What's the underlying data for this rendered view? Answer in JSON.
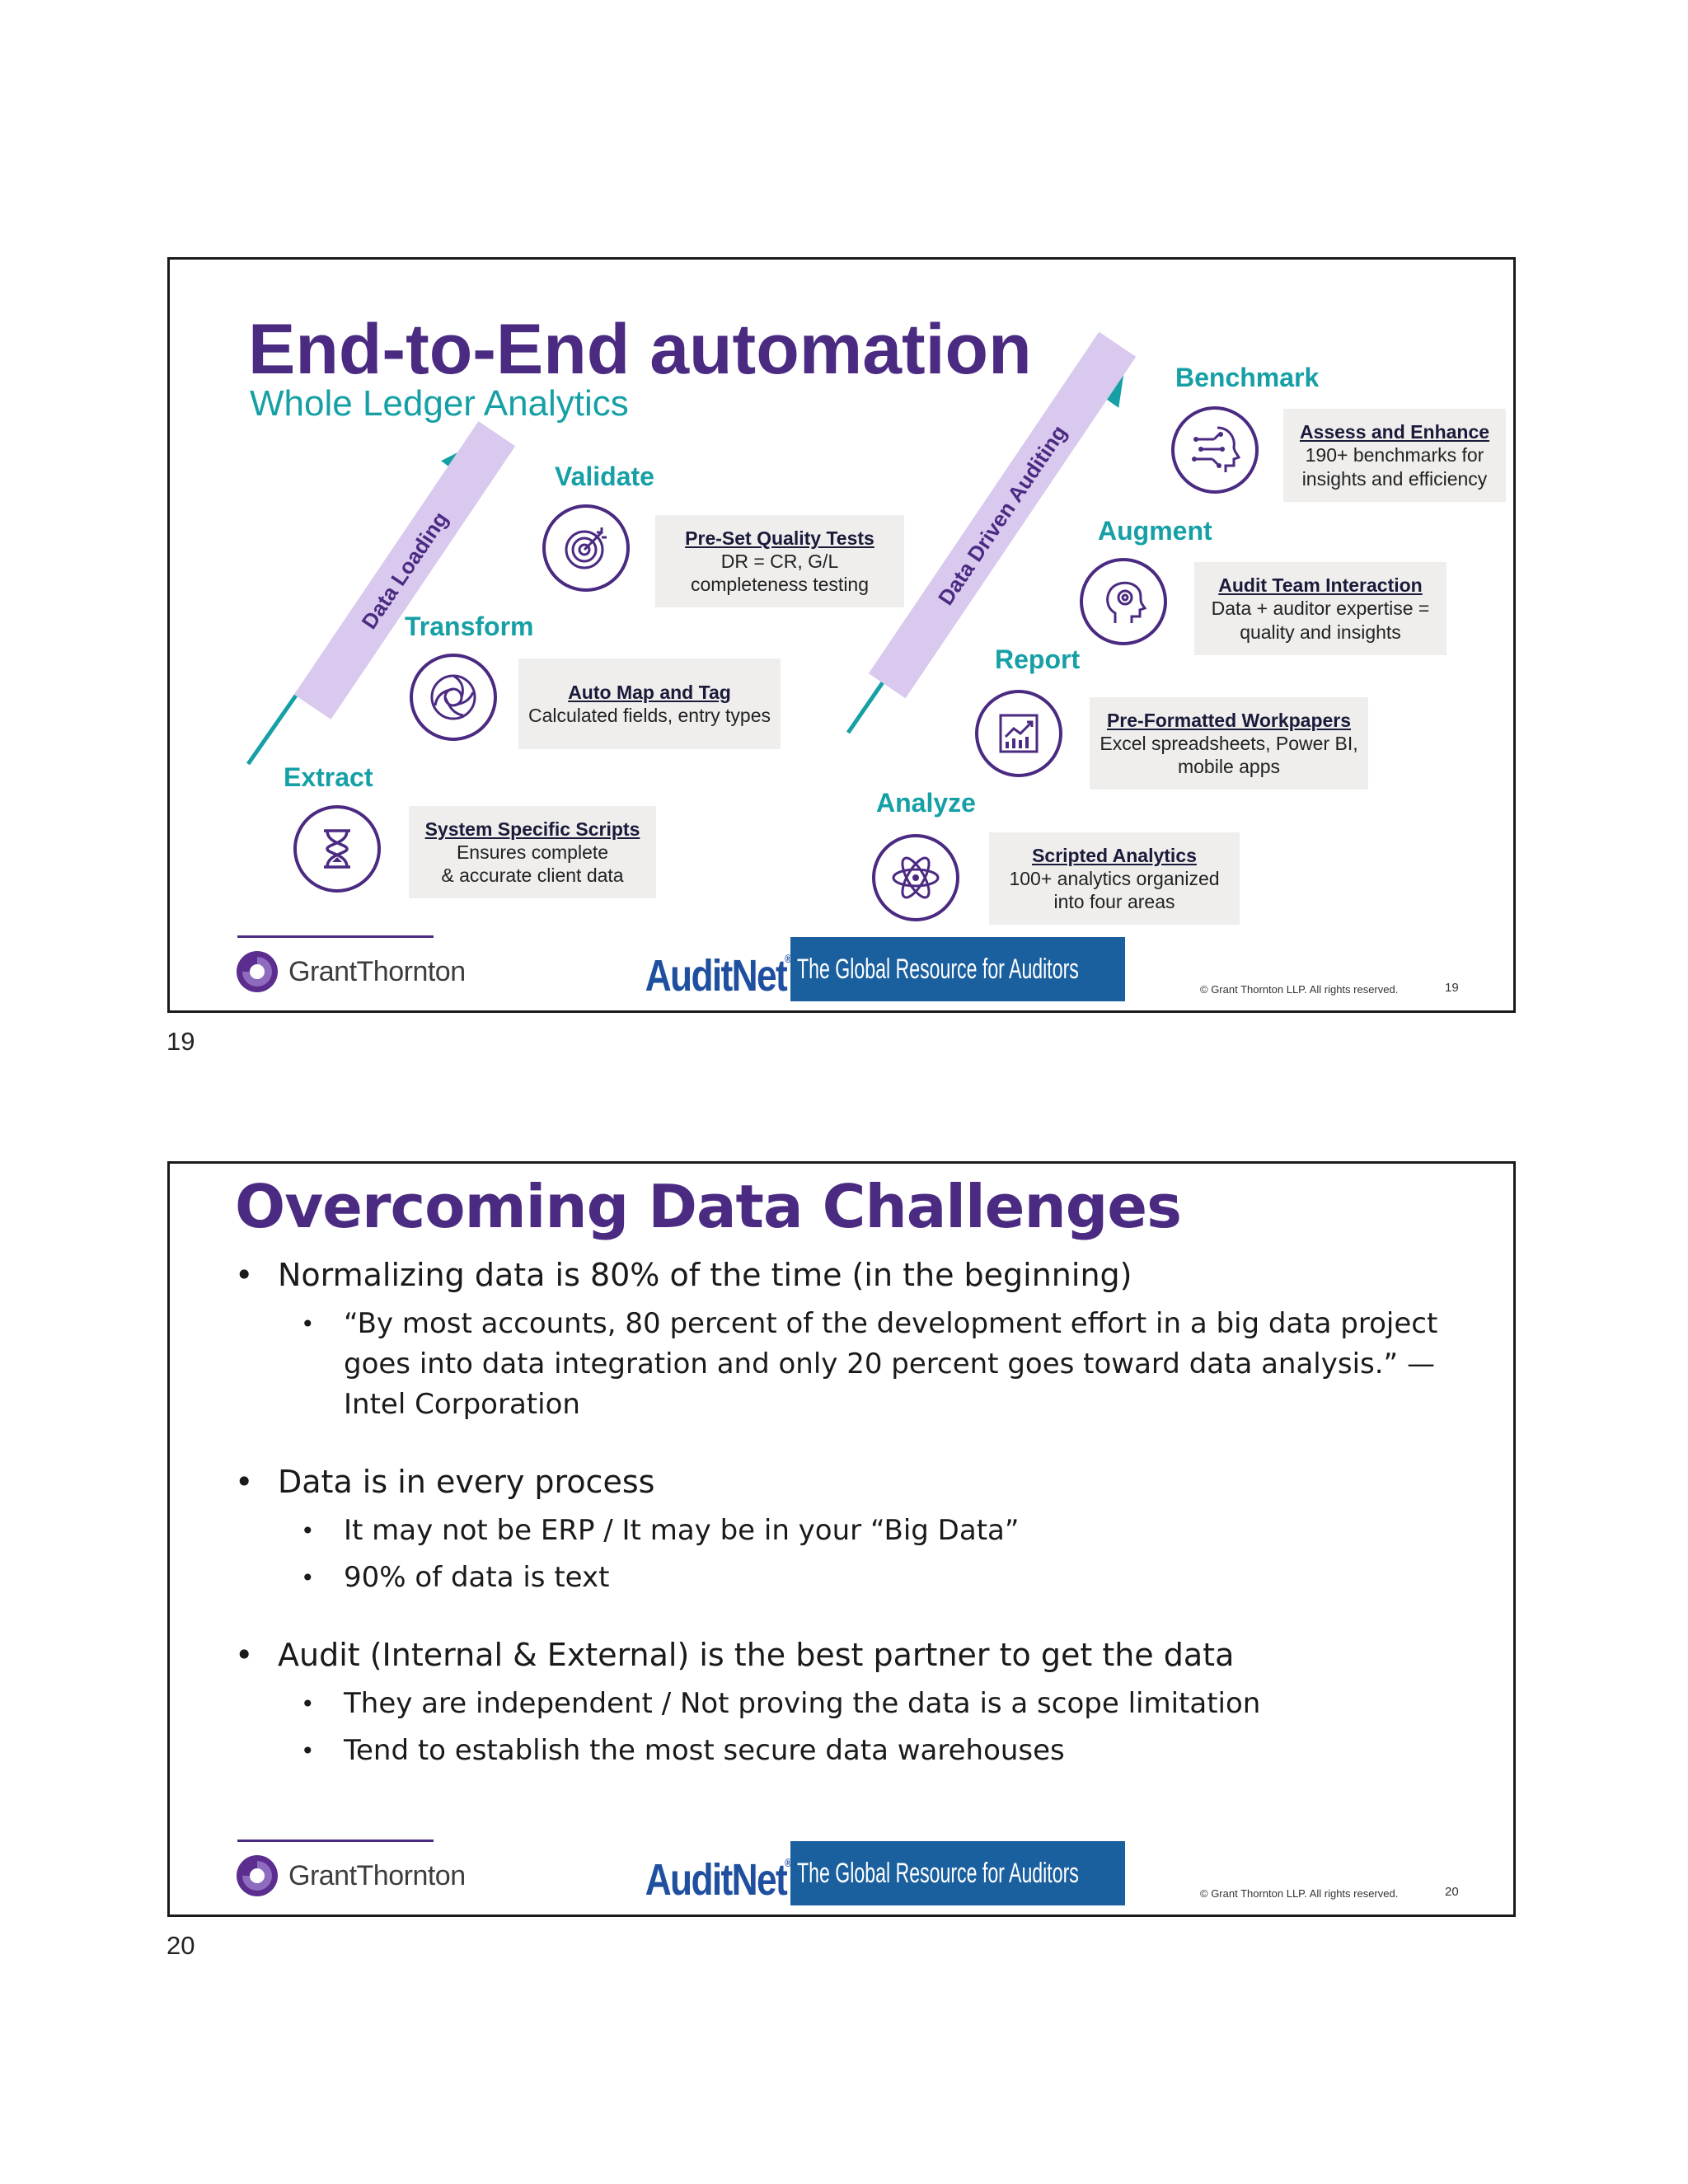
{
  "slide1": {
    "title": "End-to-End automation",
    "subtitle": "Whole Ledger Analytics",
    "band_left": "Data Loading",
    "band_right": "Data Driven Auditing",
    "stages": [
      {
        "label": "Extract",
        "icon": "hourglass-icon",
        "box_title": "System Specific Scripts",
        "box_line1": "Ensures complete",
        "box_line2": "& accurate client data"
      },
      {
        "label": "Transform",
        "icon": "aperture-icon",
        "box_title": "Auto Map and Tag",
        "box_line1": "Calculated fields, entry types",
        "box_line2": ""
      },
      {
        "label": "Validate",
        "icon": "target-icon",
        "box_title": "Pre-Set Quality Tests",
        "box_line1": "DR = CR, G/L",
        "box_line2": "completeness testing"
      },
      {
        "label": "Analyze",
        "icon": "atom-icon",
        "box_title": "Scripted Analytics",
        "box_line1": "100+ analytics organized",
        "box_line2": "into four areas"
      },
      {
        "label": "Report",
        "icon": "chart-icon",
        "box_title": "Pre-Formatted Workpapers",
        "box_line1": "Excel spreadsheets, Power BI,",
        "box_line2": "mobile apps"
      },
      {
        "label": "Augment",
        "icon": "head-gear-icon",
        "box_title": "Audit Team Interaction",
        "box_line1": "Data + auditor expertise =",
        "box_line2": "quality and insights"
      },
      {
        "label": "Benchmark",
        "icon": "head-circuit-icon",
        "box_title": "Assess and Enhance",
        "box_line1": "190+ benchmarks for",
        "box_line2": "insights and efficiency"
      }
    ],
    "copyright": "© Grant Thornton LLP. All rights reserved.",
    "slide_number": "19"
  },
  "slide2": {
    "title": "Overcoming Data Challenges",
    "groups": [
      {
        "main": "Normalizing data is 80% of the time (in the beginning)",
        "subs": [
          "“By most accounts, 80 percent of the development effort in a big data project goes into data integration and only 20 percent goes toward data analysis.” —Intel Corporation"
        ]
      },
      {
        "main": "Data is in every process",
        "subs": [
          "It may not be ERP / It may be in your “Big Data”",
          "90% of data is text"
        ]
      },
      {
        "main": "Audit (Internal & External) is the best partner to get the data",
        "subs": [
          "They are independent / Not proving the data is a scope limitation",
          "Tend to establish the most secure data warehouses"
        ]
      }
    ],
    "copyright": "© Grant Thornton LLP. All rights reserved.",
    "slide_number": "20"
  },
  "footer": {
    "gt_logo_text": "GrantThornton",
    "auditnet_word": "AuditNet",
    "auditnet_reg": "®",
    "auditnet_tagline": "The Global Resource for Auditors"
  },
  "page_numbers": [
    "19",
    "20"
  ],
  "colors": {
    "purple": "#4b2a82",
    "teal": "#16a0a6",
    "band": "#d9c9ee",
    "box": "#efeeed",
    "auditnet_blue": "#1a5f9e"
  }
}
